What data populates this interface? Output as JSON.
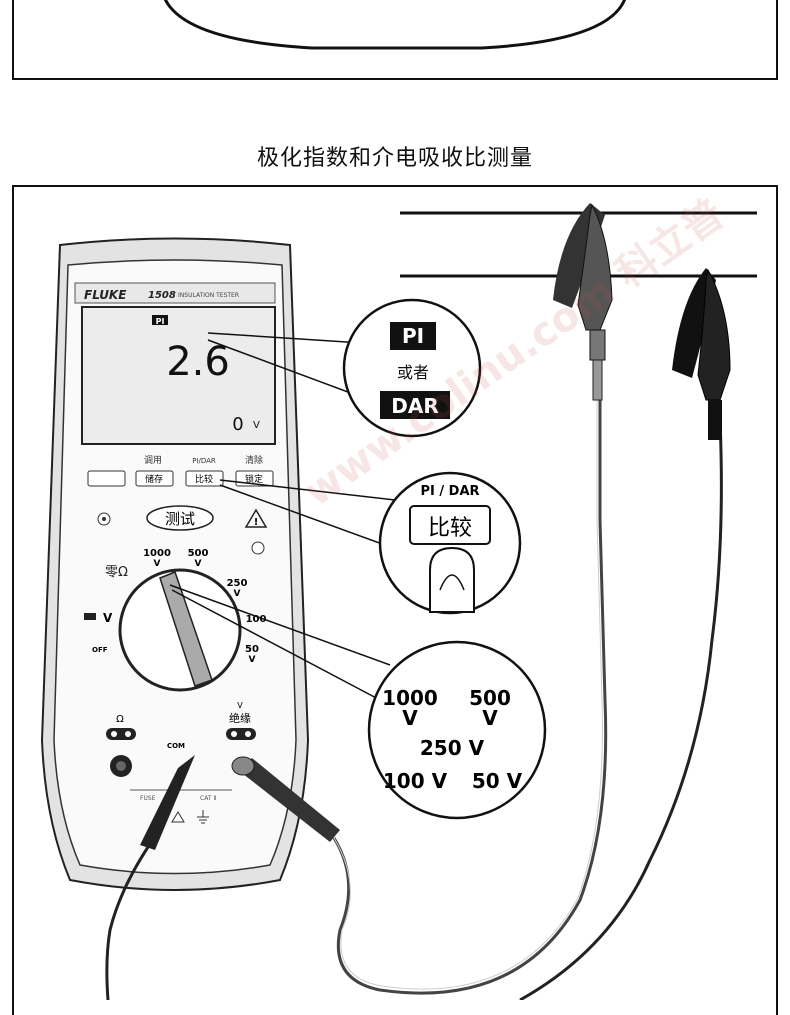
{
  "caption": "极化指数和介电吸收比测量",
  "meter": {
    "brand": "FLUKE",
    "model": "1508",
    "model_subtitle": "INSULATION TESTER",
    "display_pi_tag": "PI",
    "display_reading": "2.6",
    "display_voltage": "0",
    "display_voltage_unit": "V",
    "btn_top_labels": [
      "调用",
      "PI/DAR",
      "清除"
    ],
    "btn_labels": [
      "储存",
      "比较",
      "锁定"
    ],
    "test_button": "测试",
    "dial_labels": {
      "zero_ohm": "零Ω",
      "v1000": "1000",
      "v500": "500",
      "v250": "250",
      "v100": "100",
      "v50": "50",
      "v": "V",
      "volt": "V",
      "off": "OFF"
    },
    "terminal_ohm": "Ω",
    "terminal_com": "COM",
    "terminal_insulation": "绝缘",
    "terminal_v": "V",
    "fuse_label": "FUSE",
    "cat_label": "CAT Ⅱ"
  },
  "callout_pi": {
    "pi": "PI",
    "or": "或者",
    "dar": "DAR"
  },
  "callout_button": {
    "title": "PI / DAR",
    "button": "比较"
  },
  "callout_voltage": {
    "v1000": "1000",
    "v500": "500",
    "v250": "250 V",
    "v100": "100 V",
    "v50": "50 V",
    "unit": "V"
  },
  "watermark": "www.colinu.com  科立普"
}
